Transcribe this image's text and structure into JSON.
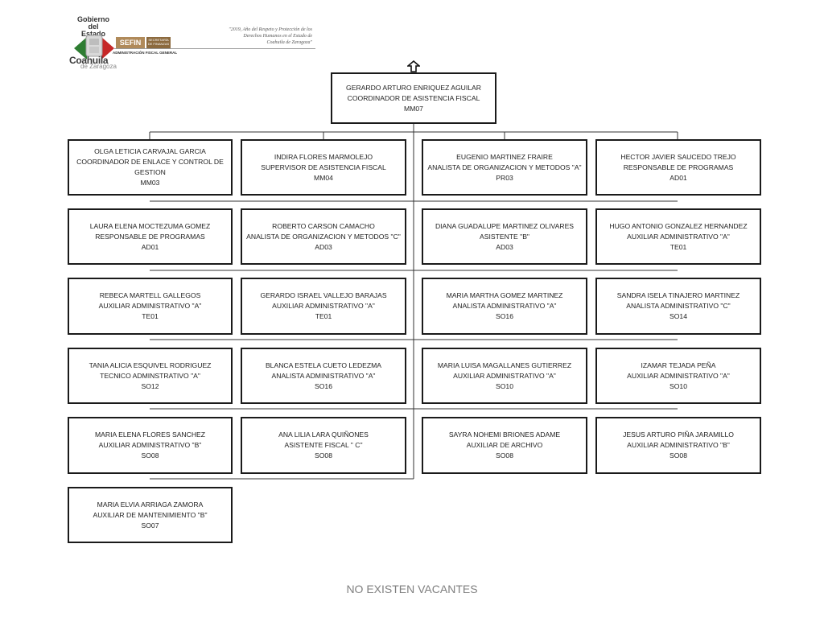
{
  "header": {
    "gob_line1": "Gobierno",
    "gob_line2": "del Estado",
    "state": "Coahuila",
    "state_sub": "de Zaragoza",
    "sefin": "SEFIN",
    "sefin_sub": "SECRETARÍA DE FINANZAS",
    "department": "ADMINISTRACIÓN FISCAL GENERAL",
    "motto_1": "\"2019, Año del Respeto y Protección de los",
    "motto_2": "Derechos Humanos en el Estado de",
    "motto_3": "Coahuila de Zaragoza\""
  },
  "top": {
    "name": "GERARDO ARTURO ENRIQUEZ AGUILAR",
    "title": "COORDINADOR DE ASISTENCIA FISCAL",
    "code": "MM07"
  },
  "boxes": [
    {
      "name": "OLGA LETICIA CARVAJAL GARCIA",
      "title": "COORDINADOR DE ENLACE Y CONTROL DE GESTION",
      "code": "MM03"
    },
    {
      "name": "INDIRA FLORES MARMOLEJO",
      "title": "SUPERVISOR DE ASISTENCIA FISCAL",
      "code": "MM04"
    },
    {
      "name": "EUGENIO MARTINEZ FRAIRE",
      "title": "ANALISTA DE ORGANIZACION Y METODOS \"A\"",
      "code": "PR03"
    },
    {
      "name": "HECTOR JAVIER SAUCEDO TREJO",
      "title": "RESPONSABLE DE PROGRAMAS",
      "code": "AD01"
    },
    {
      "name": "LAURA ELENA MOCTEZUMA GOMEZ",
      "title": "RESPONSABLE DE PROGRAMAS",
      "code": "AD01"
    },
    {
      "name": "ROBERTO CARSON CAMACHO",
      "title": "ANALISTA DE ORGANIZACION Y METODOS \"C\"",
      "code": "AD03"
    },
    {
      "name": "DIANA GUADALUPE MARTINEZ OLIVARES",
      "title": "ASISTENTE \"B\"",
      "code": "AD03"
    },
    {
      "name": "HUGO ANTONIO GONZALEZ HERNANDEZ",
      "title": "AUXILIAR ADMINISTRATIVO \"A\"",
      "code": "TE01"
    },
    {
      "name": "REBECA MARTELL GALLEGOS",
      "title": "AUXILIAR ADMINISTRATIVO \"A\"",
      "code": "TE01"
    },
    {
      "name": "GERARDO ISRAEL VALLEJO BARAJAS",
      "title": "AUXILIAR ADMINISTRATIVO \"A\"",
      "code": "TE01"
    },
    {
      "name": "MARIA MARTHA GOMEZ MARTINEZ",
      "title": "ANALISTA  ADMINISTRATIVO \"A\"",
      "code": "SO16"
    },
    {
      "name": "SANDRA ISELA TINAJERO MARTINEZ",
      "title": "ANALISTA ADMINISTRATIVO \"C\"",
      "code": "SO14"
    },
    {
      "name": "TANIA ALICIA ESQUIVEL RODRIGUEZ",
      "title": "TECNICO ADMINSTRATIVO \"A\"",
      "code": "SO12"
    },
    {
      "name": "BLANCA ESTELA CUETO LEDEZMA",
      "title": "ANALISTA ADMINISTRATIVO \"A\"",
      "code": "SO16"
    },
    {
      "name": "MARIA LUISA MAGALLANES GUTIERREZ",
      "title": "AUXILIAR ADMINISTRATIVO \"A\"",
      "code": "SO10"
    },
    {
      "name": "IZAMAR TEJADA PEÑA",
      "title": "AUXILIAR ADMINISTRATIVO \"A\"",
      "code": "SO10"
    },
    {
      "name": "MARIA ELENA FLORES SANCHEZ",
      "title": "AUXILIAR ADMINISTRATIVO \"B\"",
      "code": "SO08"
    },
    {
      "name": "ANA LILIA LARA QUIÑONES",
      "title": "ASISTENTE FISCAL \" C\"",
      "code": "SO08"
    },
    {
      "name": "SAYRA NOHEMI BRIONES ADAME",
      "title": "AUXILIAR DE ARCHIVO",
      "code": "SO08"
    },
    {
      "name": "JESUS ARTURO PIÑA JARAMILLO",
      "title": "AUXILIAR ADMINISTRATIVO \"B\"",
      "code": "SO08"
    },
    {
      "name": "MARIA ELVIA ARRIAGA ZAMORA",
      "title": "AUXILIAR DE MANTENIMIENTO \"B\"",
      "code": "SO07"
    }
  ],
  "footer": {
    "vacancies": "NO EXISTEN VACANTES"
  }
}
